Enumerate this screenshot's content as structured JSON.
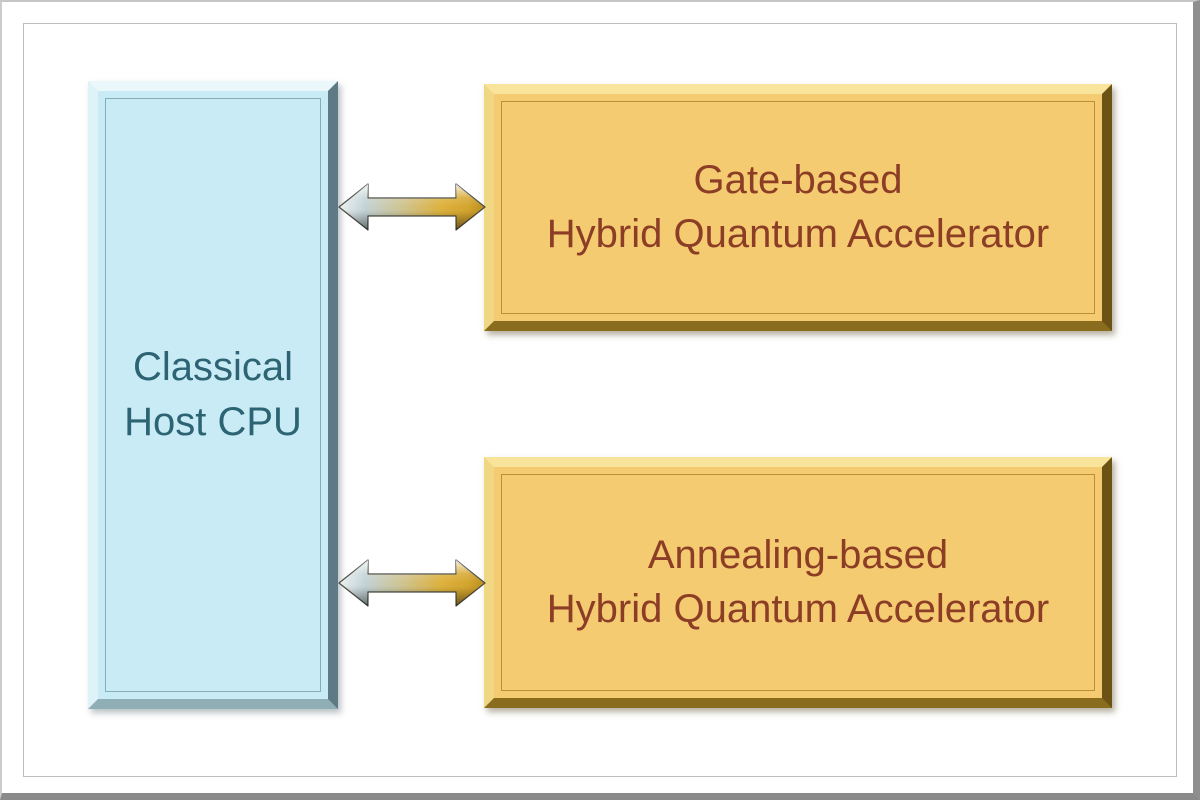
{
  "diagram": {
    "cpu_box": {
      "label_lines": [
        "Classical",
        "Host CPU"
      ]
    },
    "gate_box": {
      "label_lines": [
        "Gate-based",
        "Hybrid Quantum Accelerator"
      ]
    },
    "annealing_box": {
      "label_lines": [
        "Annealing-based",
        "Hybrid Quantum Accelerator"
      ]
    },
    "arrows": [
      {
        "name": "cpu-gate-arrow",
        "direction": "bidirectional"
      },
      {
        "name": "cpu-annealing-arrow",
        "direction": "bidirectional"
      }
    ],
    "colors": {
      "cpu_fill": "#C9EBF5",
      "cpu_text": "#2D6474",
      "accelerator_fill": "#F4CB70",
      "accelerator_text": "#8C3D26",
      "arrow_silver": "#C2D2D5",
      "arrow_gold": "#DDB13B",
      "frame_line": "#BDBDBD"
    }
  }
}
